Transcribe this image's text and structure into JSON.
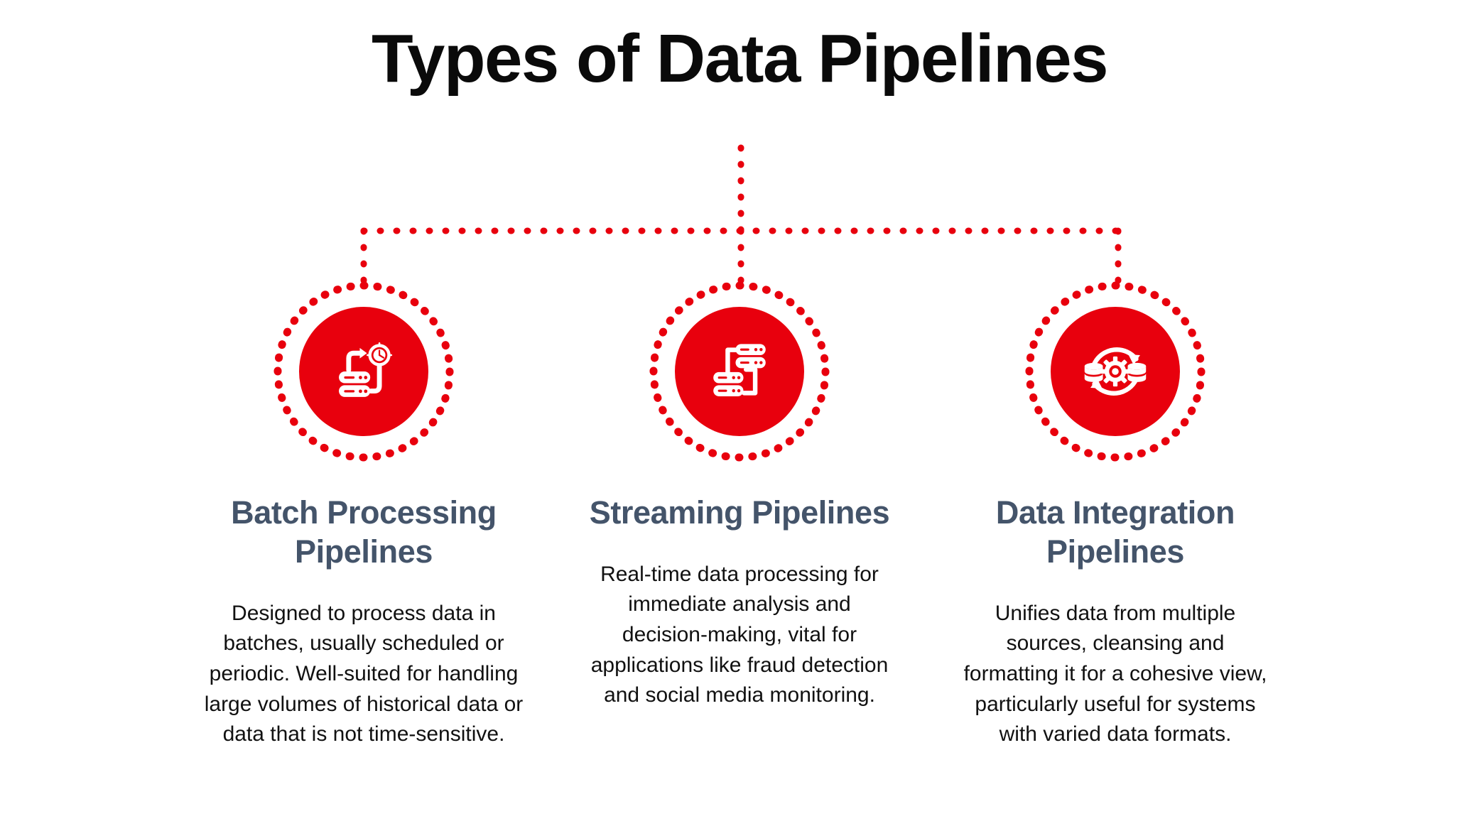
{
  "title": "Types of Data Pipelines",
  "colors": {
    "accent_red": "#E8000D",
    "heading_slate": "#44546A",
    "body_text": "#111111",
    "background": "#FFFFFF"
  },
  "connector": {
    "style": "dotted",
    "color": "#E8000D",
    "shape": "tree-with-three-branches"
  },
  "cards": [
    {
      "icon": "batch-server-clock-icon",
      "heading": "Batch Processing Pipelines",
      "body": "Designed to process data in batches, usually scheduled or periodic. Well-suited for handling large volumes of historical data or data that is not time-sensitive."
    },
    {
      "icon": "streaming-server-network-icon",
      "heading": "Streaming Pipelines",
      "body": "Real-time data processing for immediate analysis and decision-making, vital for applications like fraud detection and social media monitoring."
    },
    {
      "icon": "data-integration-sync-gear-icon",
      "heading": "Data Integration Pipelines",
      "body": "Unifies data from multiple sources, cleansing and formatting it for a cohesive view, particularly useful for systems with varied data formats."
    }
  ]
}
